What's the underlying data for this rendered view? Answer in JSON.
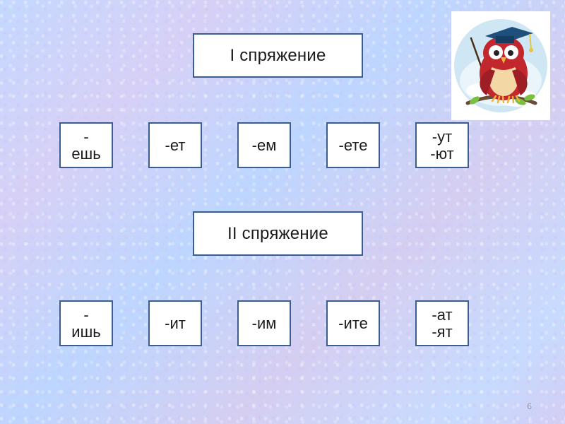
{
  "slide": {
    "page_number": "6"
  },
  "conjugation_1": {
    "title": "I спряжение",
    "endings": [
      "-\nешь",
      "-ет",
      "-ем",
      "-ете",
      "-ут\n-ют"
    ]
  },
  "conjugation_2": {
    "title": "II спряжение",
    "endings": [
      "-\nишь",
      "-ит",
      "-им",
      "-ите",
      "-ат\n-ят"
    ]
  },
  "logo": {
    "icon": "owl-scholar-icon"
  },
  "colors": {
    "box_border": "#3c5e8f",
    "box_fill": "#ffffff",
    "text": "#1b1b1b"
  }
}
